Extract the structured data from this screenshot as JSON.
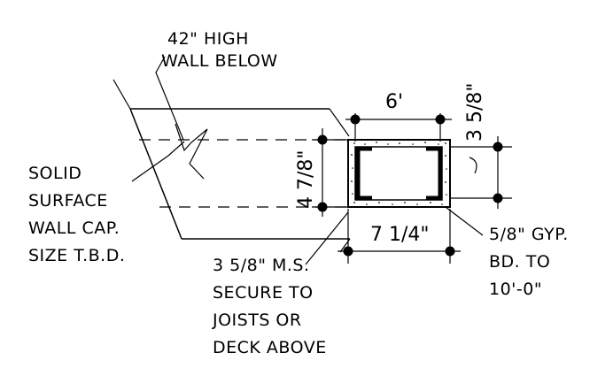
{
  "notes": {
    "wall_below": [
      "42\" HIGH",
      "WALL BELOW"
    ],
    "wall_cap": [
      "SOLID",
      "SURFACE",
      "WALL CAP.",
      "SIZE T.B.D."
    ],
    "metal_stud": [
      "3 5/8\" M.S.",
      "SECURE TO",
      "JOISTS OR",
      "DECK ABOVE"
    ],
    "gyp_board": [
      "5/8\" GYP.",
      "BD. TO",
      "10'-0\""
    ]
  },
  "dimensions": {
    "top_width": "6'",
    "bottom_width": "7 1/4\"",
    "left_height": "4 7/8\"",
    "right_stud": "3 5/8\""
  }
}
